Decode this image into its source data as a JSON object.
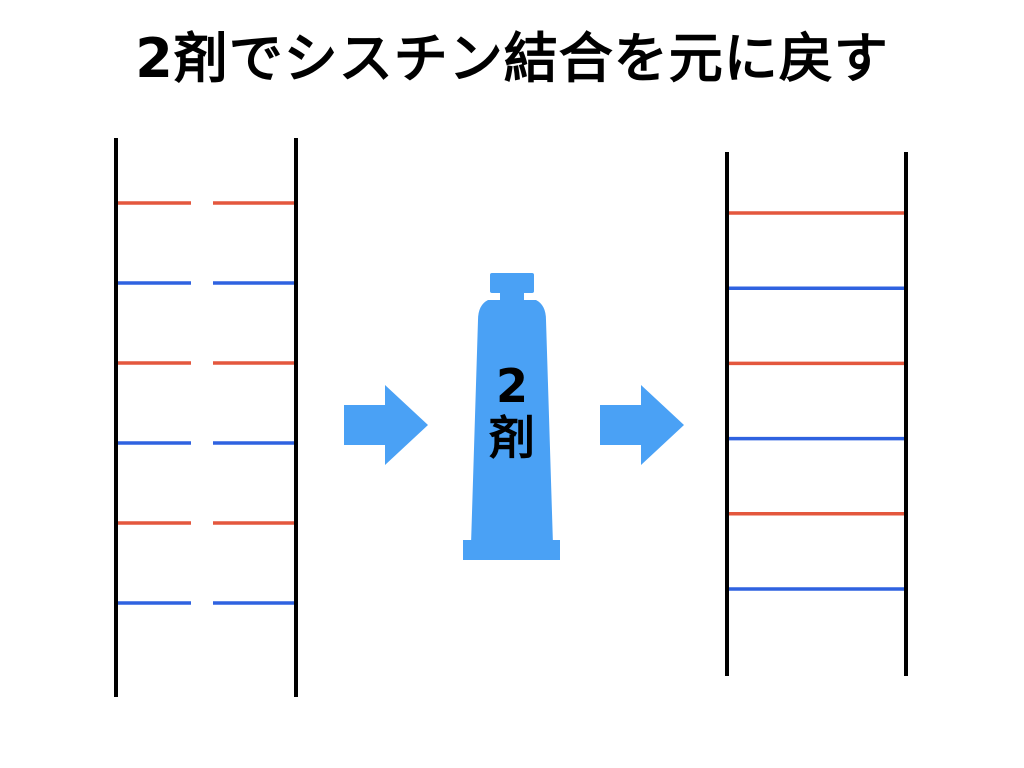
{
  "title": "2剤でシスチン結合を元に戻す",
  "tube": {
    "label_line1": "2",
    "label_line2": "剤"
  },
  "ladder_before": {
    "rungs": [
      "red",
      "blue",
      "red",
      "blue",
      "red",
      "blue"
    ],
    "state": "broken"
  },
  "ladder_after": {
    "rungs": [
      "red",
      "blue",
      "red",
      "blue",
      "red",
      "blue"
    ],
    "state": "joined"
  },
  "colors": {
    "red": "#e4573d",
    "blue": "#2f62e0",
    "rail": "#000000",
    "arrow": "#4aa1f5",
    "tube": "#4aa1f5"
  }
}
